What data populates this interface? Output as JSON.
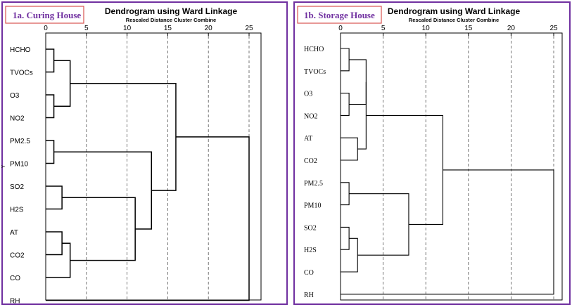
{
  "chart_data": [
    {
      "type": "dendrogram",
      "badge": "1a. Curing House",
      "title": "Dendrogram using Ward Linkage",
      "subtitle": "Rescaled Distance Cluster Combine",
      "axis_ticks": [
        0,
        5,
        10,
        15,
        20,
        25
      ],
      "xlim": [
        0,
        26
      ],
      "y_axis_label": "Y",
      "leaves": [
        "HCHO",
        "TVOCs",
        "O3",
        "NO2",
        "PM2.5",
        "PM10",
        "SO2",
        "H2S",
        "AT",
        "CO2",
        "CO",
        "RH"
      ],
      "merges": [
        {
          "id": "a1",
          "left": "HCHO",
          "right": "TVOCs",
          "distance": 1
        },
        {
          "id": "a2",
          "left": "O3",
          "right": "NO2",
          "distance": 1
        },
        {
          "id": "a3",
          "left": "a1",
          "right": "a2",
          "distance": 3
        },
        {
          "id": "a4",
          "left": "PM2.5",
          "right": "PM10",
          "distance": 1
        },
        {
          "id": "a5",
          "left": "SO2",
          "right": "H2S",
          "distance": 2
        },
        {
          "id": "a6",
          "left": "AT",
          "right": "CO2",
          "distance": 2
        },
        {
          "id": "a7",
          "left": "a6",
          "right": "CO",
          "distance": 3
        },
        {
          "id": "a8",
          "left": "a5",
          "right": "a7",
          "distance": 11
        },
        {
          "id": "a9",
          "left": "a4",
          "right": "a8",
          "distance": 13
        },
        {
          "id": "a10",
          "left": "a3",
          "right": "a9",
          "distance": 16
        },
        {
          "id": "a11",
          "left": "a10",
          "right": "RH",
          "distance": 25
        }
      ]
    },
    {
      "type": "dendrogram",
      "badge": "1b. Storage House",
      "title": "Dendrogram using Ward Linkage",
      "subtitle": "Rescaled Distance Cluster Combine",
      "axis_ticks": [
        0,
        5,
        10,
        15,
        20,
        25
      ],
      "xlim": [
        0,
        26
      ],
      "y_axis_label": "",
      "leaves": [
        "HCHO",
        "TVOCs",
        "O3",
        "NO2",
        "AT",
        "CO2",
        "PM2.5",
        "PM10",
        "SO2",
        "H2S",
        "CO",
        "RH"
      ],
      "merges": [
        {
          "id": "b1",
          "left": "HCHO",
          "right": "TVOCs",
          "distance": 1
        },
        {
          "id": "b2",
          "left": "O3",
          "right": "NO2",
          "distance": 1
        },
        {
          "id": "b3",
          "left": "b1",
          "right": "b2",
          "distance": 3
        },
        {
          "id": "b4",
          "left": "AT",
          "right": "CO2",
          "distance": 2
        },
        {
          "id": "b5",
          "left": "b3",
          "right": "b4",
          "distance": 3
        },
        {
          "id": "b6",
          "left": "PM2.5",
          "right": "PM10",
          "distance": 1
        },
        {
          "id": "b7",
          "left": "SO2",
          "right": "H2S",
          "distance": 1
        },
        {
          "id": "b8",
          "left": "b7",
          "right": "CO",
          "distance": 2
        },
        {
          "id": "b9",
          "left": "b6",
          "right": "b8",
          "distance": 8
        },
        {
          "id": "b10",
          "left": "b5",
          "right": "b9",
          "distance": 12
        },
        {
          "id": "b11",
          "left": "b10",
          "right": "RH",
          "distance": 25
        }
      ]
    }
  ]
}
